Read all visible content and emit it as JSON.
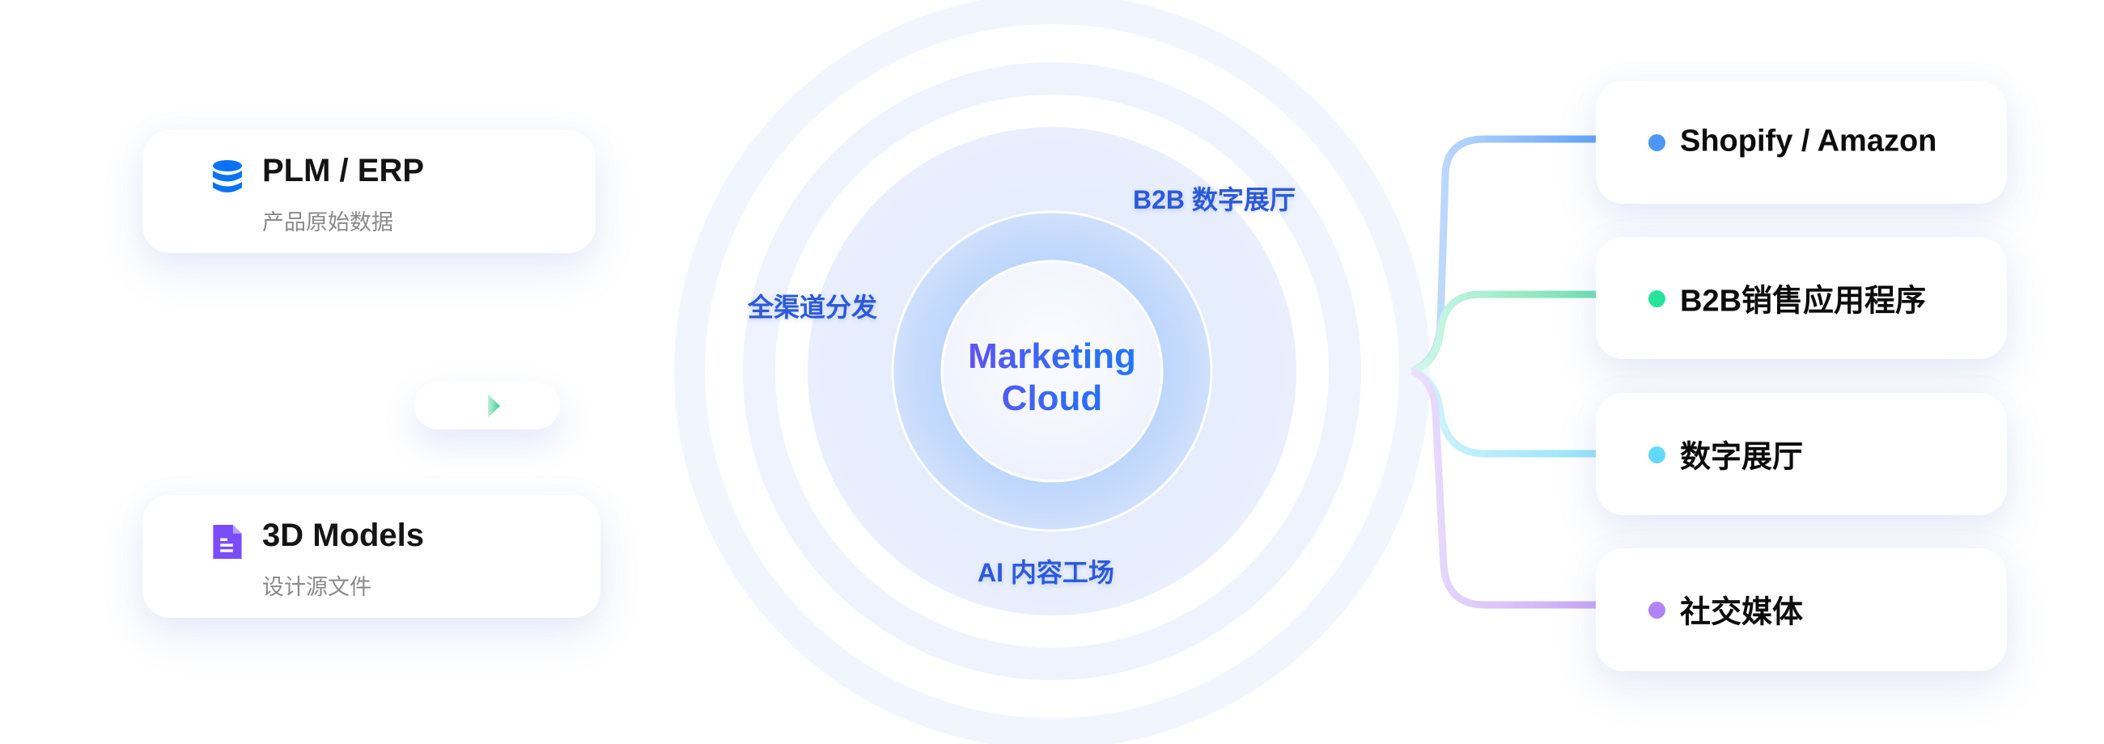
{
  "sources": [
    {
      "title": "PLM / ERP",
      "subtitle": "产品原始数据",
      "icon": "database-icon",
      "icon_color": "#0a72f5"
    },
    {
      "title": "3D Models",
      "subtitle": "设计源文件",
      "icon": "document-icon",
      "icon_color": "#7b4dfa"
    }
  ],
  "hub": {
    "title_line1": "Marketing",
    "title_line2": "Cloud",
    "ring_labels": {
      "top_right": "B2B 数字展厅",
      "left": "全渠道分发",
      "bottom": "AI 内容工场"
    },
    "label_color": "#2c5ad8"
  },
  "channels": [
    {
      "label": "Shopify / Amazon",
      "color": "#4a97f7"
    },
    {
      "label": "B2B销售应用程序",
      "color": "#27e39b"
    },
    {
      "label": "数字展厅",
      "color": "#62d9fb"
    },
    {
      "label": "社交媒体",
      "color": "#b084f5"
    }
  ]
}
